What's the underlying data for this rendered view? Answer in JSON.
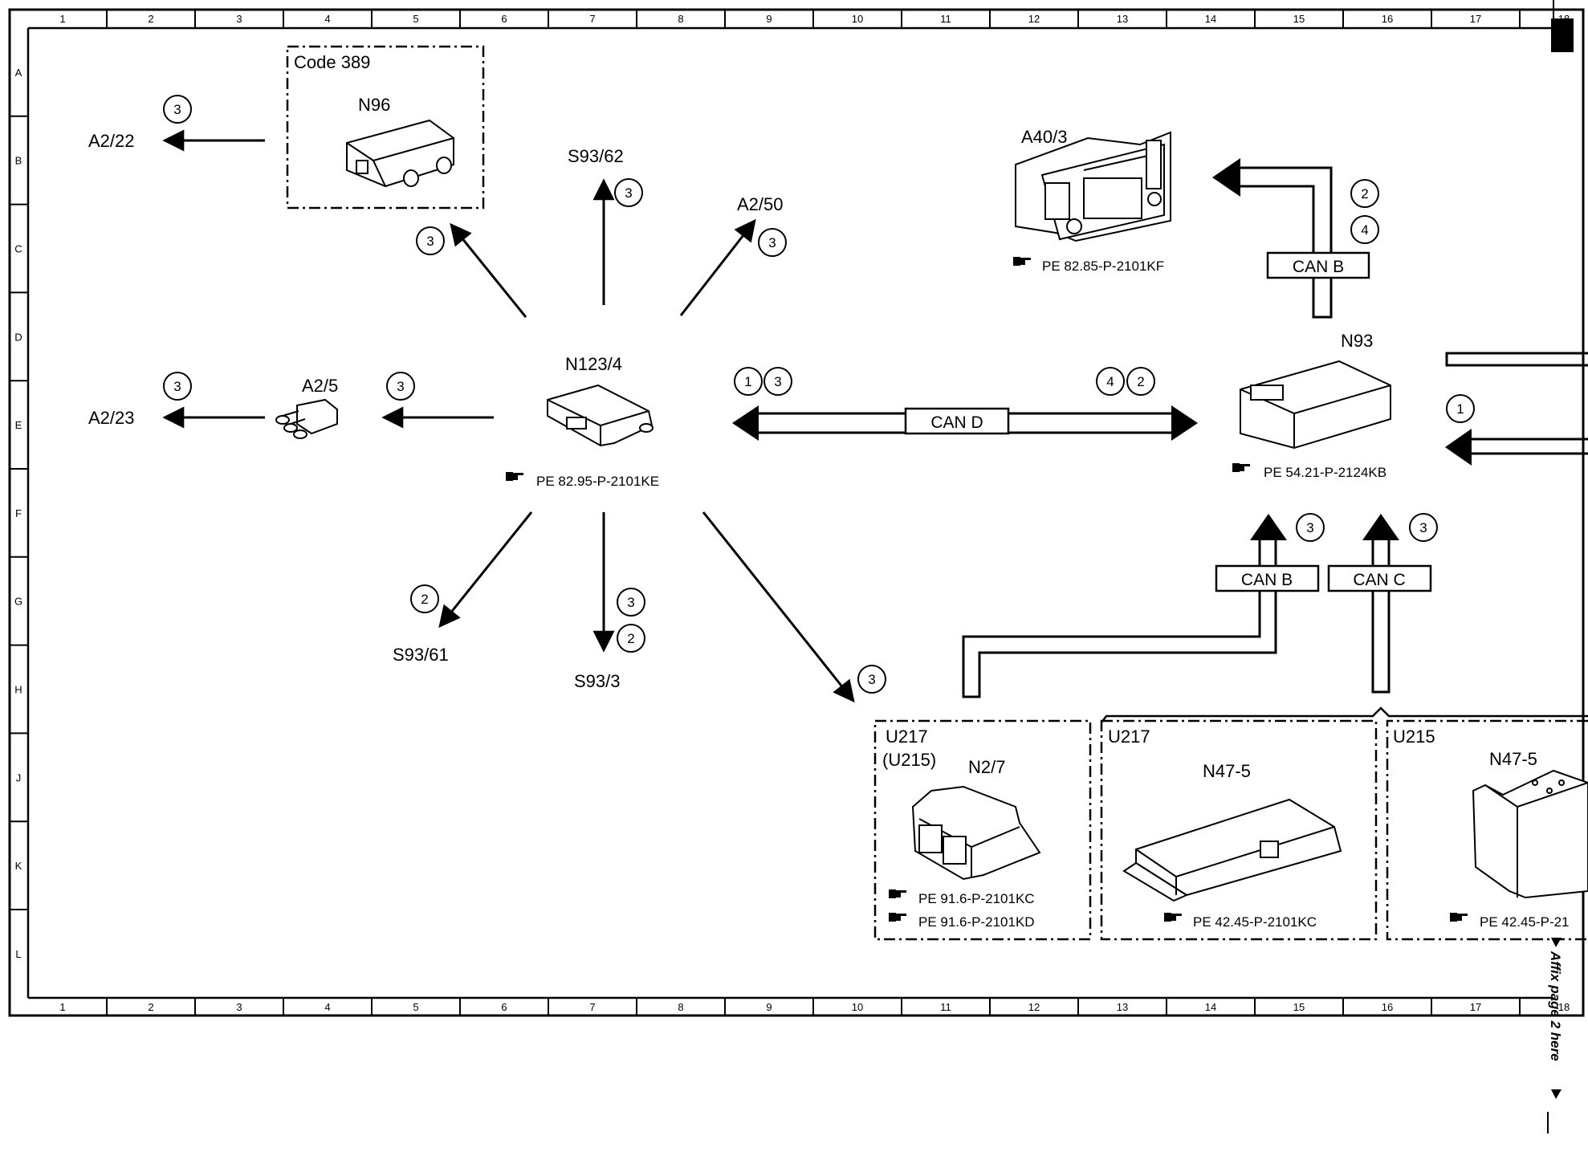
{
  "grid": {
    "columns": [
      "1",
      "2",
      "3",
      "4",
      "5",
      "6",
      "7",
      "8",
      "9",
      "10",
      "11",
      "12",
      "13",
      "14",
      "15",
      "16",
      "17",
      "18"
    ],
    "rows": [
      "A",
      "B",
      "C",
      "D",
      "E",
      "F",
      "G",
      "H",
      "J",
      "K",
      "L"
    ]
  },
  "components": {
    "n96": {
      "option": "Code 389",
      "name": "N96"
    },
    "n123_4": {
      "name": "N123/4",
      "ref": "PE 82.95-P-2101KE"
    },
    "a40_3": {
      "name": "A40/3",
      "ref": "PE 82.85-P-2101KF"
    },
    "n93": {
      "name": "N93",
      "ref": "PE 54.21-P-2124KB"
    },
    "a2_5": {
      "name": "A2/5"
    },
    "n2_7": {
      "variant": "U217",
      "variant_alt": "(U215)",
      "name": "N2/7",
      "ref1": "PE 91.6-P-2101KC",
      "ref2": "PE 91.6-P-2101KD"
    },
    "n47_5_u217": {
      "variant": "U217",
      "name": "N47-5",
      "ref": "PE 42.45-P-2101KC"
    },
    "n47_5_u215": {
      "variant": "U215",
      "name": "N47-5",
      "ref": "PE 42.45-P-21"
    }
  },
  "targets": {
    "a2_22": "A2/22",
    "a2_23": "A2/23",
    "s93_62": "S93/62",
    "a2_50": "A2/50",
    "s93_61": "S93/61",
    "s93_3": "S93/3"
  },
  "buses": {
    "can_d": "CAN D",
    "can_b_top": "CAN B",
    "can_b_bottom": "CAN B",
    "can_c": "CAN C"
  },
  "markers": {
    "a2_22": "3",
    "n96": "3",
    "s93_62": "3",
    "a2_50": "3",
    "a2_23": "3",
    "a2_5": "3",
    "can_d_left_1": "1",
    "can_d_left_2": "3",
    "can_d_right_1": "4",
    "can_d_right_2": "2",
    "a40_1": "2",
    "a40_2": "4",
    "n93_right": "1",
    "s93_61": "2",
    "s93_3_1": "3",
    "s93_3_2": "2",
    "n2_7": "3",
    "can_b_up": "3",
    "can_c_up": "3"
  },
  "affix_note": "Affix page 2 here",
  "ref_icon": "pointing-hand-icon"
}
